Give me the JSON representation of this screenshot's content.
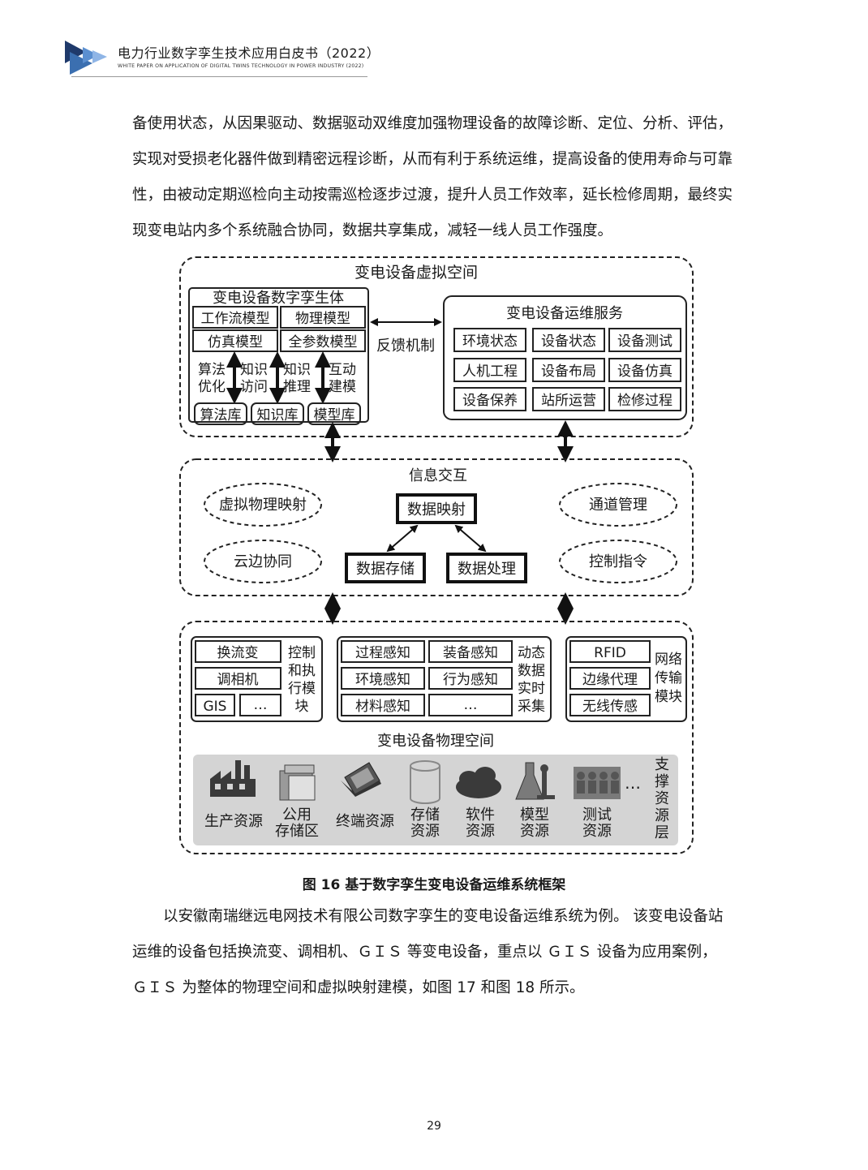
{
  "header": {
    "title": "电力行业数字孪生技术应用白皮书（2022）",
    "subtitle": "WHITE PAPER ON APPLICATION OF DIGITAL TWINS TECHNOLOGY IN POWER INDUSTRY (2022)"
  },
  "paragraph1": [
    "备使用状态，从因果驱动、数据驱动双维度加强物理设备的故障诊断、定位、分析、评估，",
    "实现对受损老化器件做到精密远程诊断，从而有利于系统运维，提高设备的使用寿命与可靠",
    "性，由被动定期巡检向主动按需巡检逐步过渡，提升人员工作效率，延长检修周期，最终实",
    "现变电站内多个系统融合协同，数据共享集成，减轻一线人员工作强度。"
  ],
  "diagram": {
    "virtual_space": {
      "title": "变电设备虚拟空间",
      "twin_title": "变电设备数字孪生体",
      "models": [
        "工作流模型",
        "物理模型",
        "仿真模型",
        "全参数模型"
      ],
      "arrow_labels": [
        [
          "算法",
          "优化"
        ],
        [
          "知识",
          "访问"
        ],
        [
          "知识",
          "推理"
        ],
        [
          "互动",
          "建模"
        ]
      ],
      "libraries": [
        "算法库",
        "知识库",
        "模型库"
      ],
      "feedback": "反馈机制",
      "service_title": "变电设备运维服务",
      "services": [
        "环境状态",
        "设备状态",
        "设备测试",
        "人机工程",
        "设备布局",
        "设备仿真",
        "设备保养",
        "站所运营",
        "检修过程"
      ]
    },
    "info": {
      "title": "信息交互",
      "mapping": "数据映射",
      "storage": "数据存储",
      "processing": "数据处理",
      "left_ovals": [
        "虚拟物理映射",
        "云边协同"
      ],
      "right_ovals": [
        "通道管理",
        "控制指令"
      ]
    },
    "physical": {
      "control_items": [
        "换流变",
        "调相机",
        "GIS",
        "…"
      ],
      "control_label": [
        "控制",
        "和执",
        "行模",
        "块"
      ],
      "sense_items": [
        "过程感知",
        "装备感知",
        "环境感知",
        "行为感知",
        "材料感知",
        "…"
      ],
      "sense_label": [
        "动态",
        "数据",
        "实时",
        "采集"
      ],
      "net_items": [
        "RFID",
        "边缘代理",
        "无线传感"
      ],
      "net_label": [
        "网络",
        "传输",
        "模块"
      ],
      "title": "变电设备物理空间",
      "resources": [
        [
          "生产资源"
        ],
        [
          "公用",
          "存储区"
        ],
        [
          "终端资源"
        ],
        [
          "存储",
          "资源"
        ],
        [
          "软件",
          "资源"
        ],
        [
          "模型",
          "资源"
        ],
        [
          "测试",
          "资源"
        ]
      ],
      "ellipsis": "…",
      "support_label": [
        "支",
        "撑",
        "资",
        "源",
        "层"
      ]
    }
  },
  "caption": "图 16 基于数字孪生变电设备运维系统框架",
  "paragraph2": [
    "以安徽南瑞继远电网技术有限公司数字孪生的变电设备运维系统为例。 该变电设备站",
    "运维的设备包括换流变、调相机、ＧＩＳ 等变电设备，重点以 ＧＩＳ 设备为应用案例，",
    "ＧＩＳ 为整体的物理空间和虚拟映射建模，如图 17 和图 18 所示。"
  ],
  "page_number": "29"
}
